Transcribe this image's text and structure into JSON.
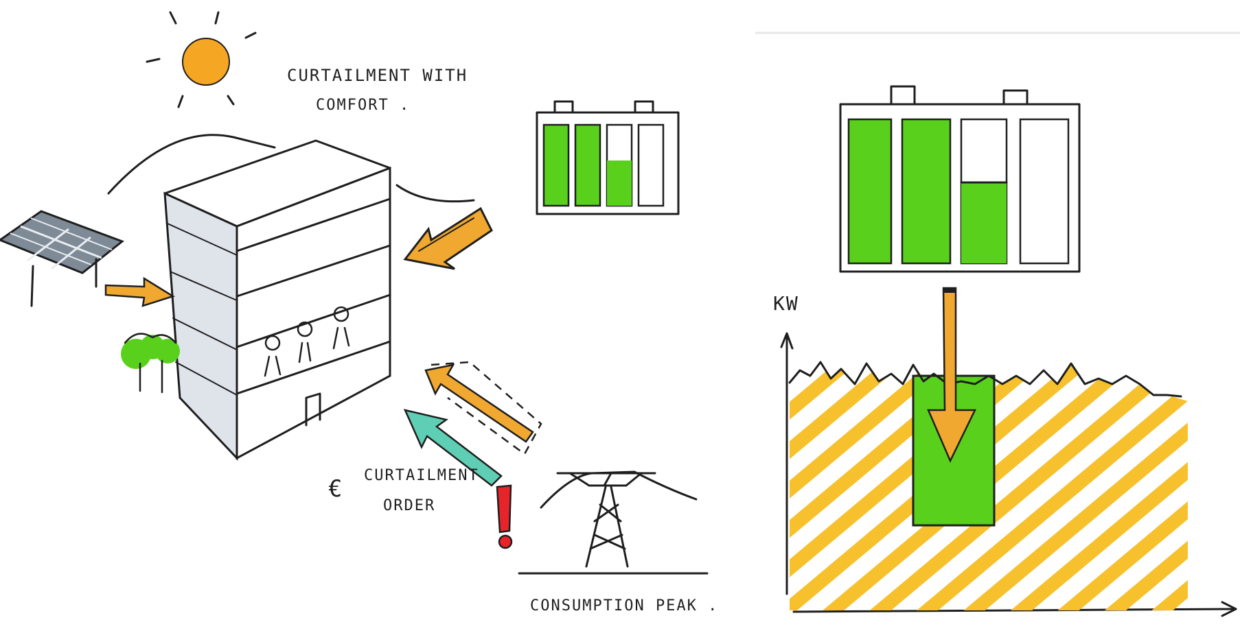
{
  "left_panel": {
    "title_line1": "CURTAILMENT  WITH",
    "title_line2": "COMFORT .",
    "order_currency": "€",
    "order_line1": "CURTAILMENT",
    "order_line2": "ORDER",
    "alert_mark": "!",
    "peak_label": "CONSUMPTION  PEAK ."
  },
  "right_panel": {
    "y_axis_label": "KW"
  },
  "battery": {
    "cells_filled": [
      1,
      1,
      0.6,
      0
    ],
    "fill_color": "#59d11c"
  },
  "colors": {
    "sun": "#f5a623",
    "arrow_orange": "#f0a830",
    "arrow_teal": "#5ecfb4",
    "alert_red": "#e8242b",
    "tree_green": "#59d11c",
    "hatch_yellow": "#f7c12d"
  }
}
